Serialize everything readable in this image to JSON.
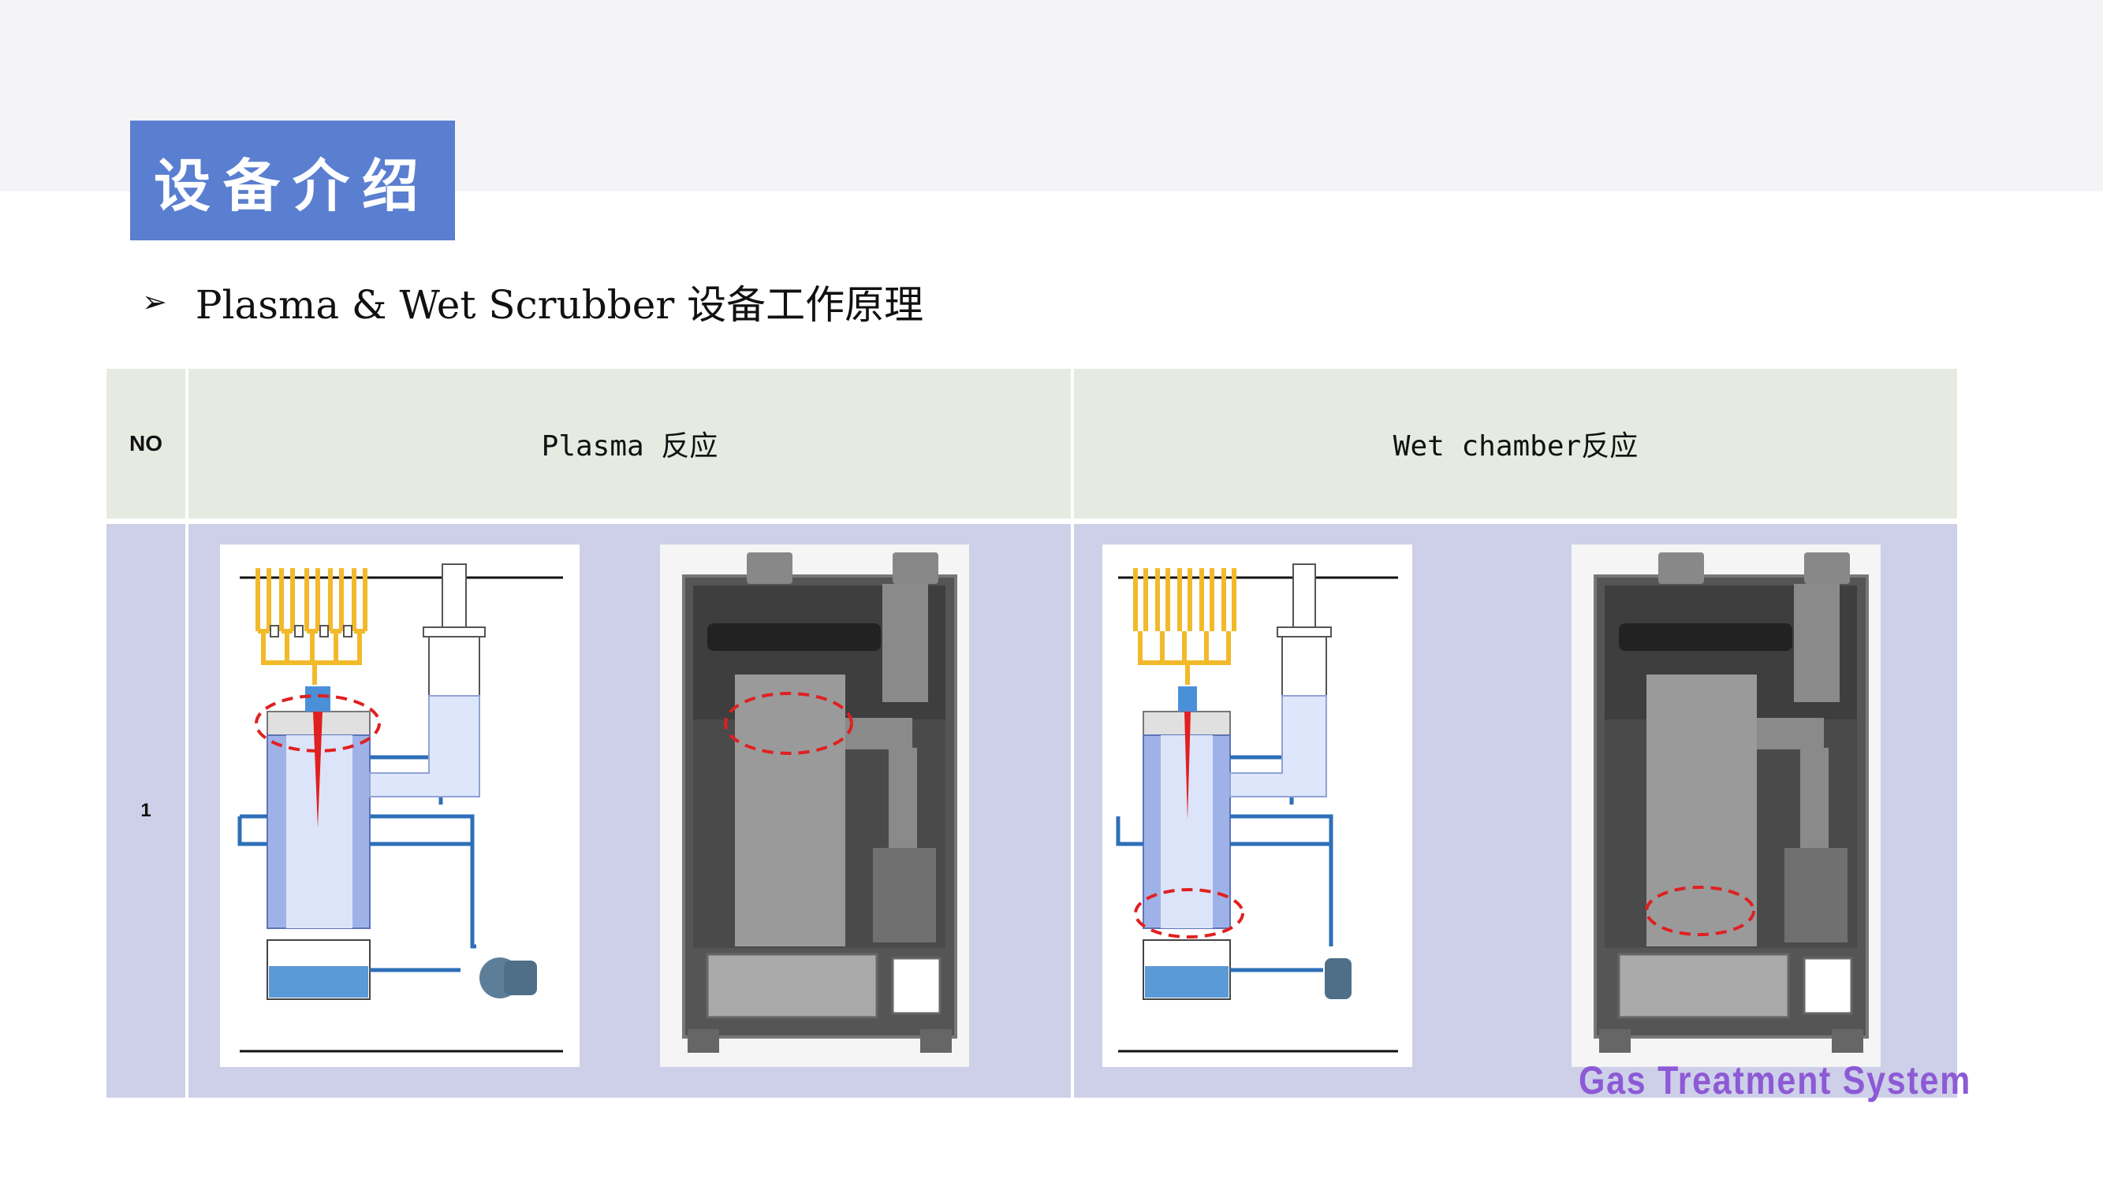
{
  "title": "设备介绍",
  "subtitle": {
    "bullet": "➢",
    "text": "Plasma & Wet Scrubber 设备工作原理"
  },
  "table": {
    "headers": {
      "no": "NO",
      "plasma": "Plasma 反应",
      "wet": "Wet chamber反应"
    },
    "rows": [
      {
        "no": "1"
      }
    ]
  },
  "watermark": "Gas Treatment System",
  "colors": {
    "title_bg": "#5a7fd0",
    "header_bg": "#e6ebe2",
    "row_bg": "#cdd0e8",
    "watermark": "#8d5ad6",
    "gas_line": "#f2b92b",
    "water_line": "#2d6fb8",
    "highlight": "#e02020"
  }
}
